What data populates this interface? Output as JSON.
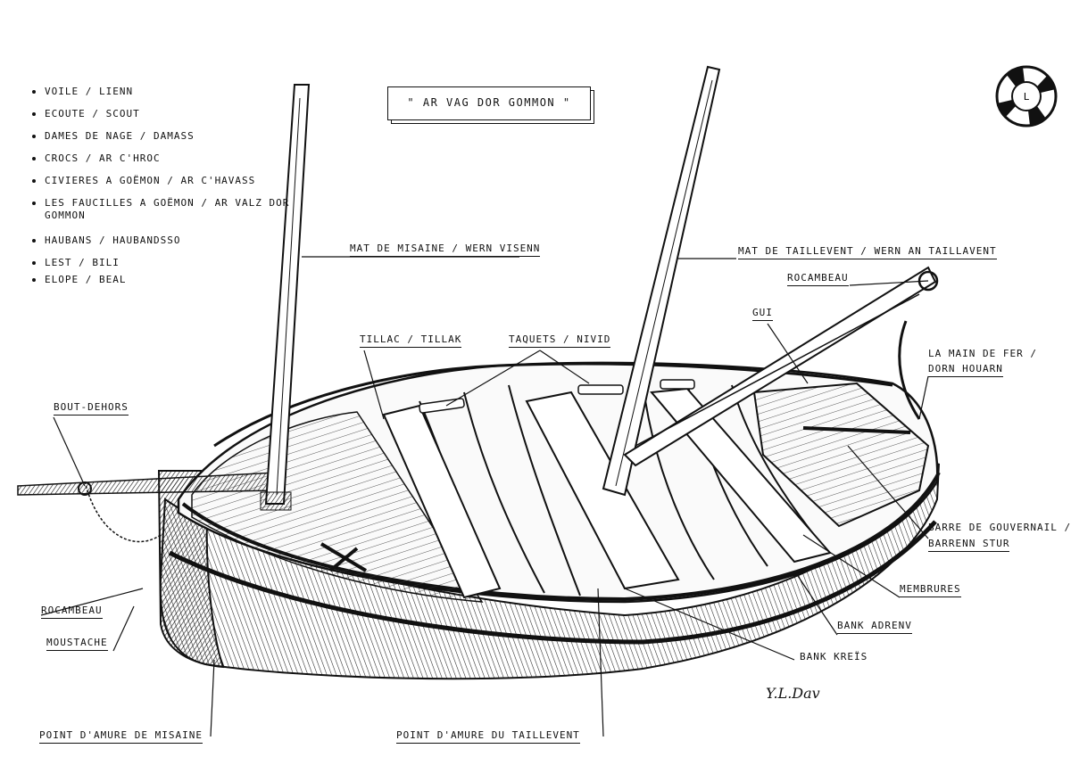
{
  "title": "\" AR VAG DOR GOMMON \"",
  "legend": [
    "VOILE / LIENN",
    "ECOUTE / SCOUT",
    "DAMES DE NAGE / DAMASS",
    "CROCS / AR C'HROC",
    "CIVIERES A GOËMON / AR C'HAVASS",
    "LES FAUCILLES A GOËMON / AR VALZ DOR GOMMON",
    "HAUBANS / HAUBANDSSO",
    "LEST / BILI",
    "ELOPE / BEAL"
  ],
  "labels": {
    "mat_misaine": "MAT DE MISAINE / WERN VISENN",
    "mat_taillevent": "MAT DE TAILLEVENT / WERN AN TAILLAVENT",
    "rocambeau_top": "ROCAMBEAU",
    "gui": "GUI",
    "main_de_fer_1": "LA MAIN DE FER /",
    "main_de_fer_2": "DORN HOUARN",
    "tillac": "TILLAC / TILLAK",
    "taquets": "TAQUETS / NIVID",
    "bout_dehors": "BOUT-DEHORS",
    "barre_1": "BARRE DE GOUVERNAIL /",
    "barre_2": "BARRENN STUR",
    "membrures": "MEMBRURES",
    "bank_adrenv": "BANK ADRENV",
    "bank_kreis": "BANK KREÏS",
    "rocambeau_left": "ROCAMBEAU",
    "moustache": "MOUSTACHE",
    "point_misaine": "POINT D'AMURE DE MISAINE",
    "point_taillevent": "POINT D'AMURE DU TAILLEVENT"
  },
  "signature": "Y.L.Dav",
  "lifebuoy_mark": "L"
}
